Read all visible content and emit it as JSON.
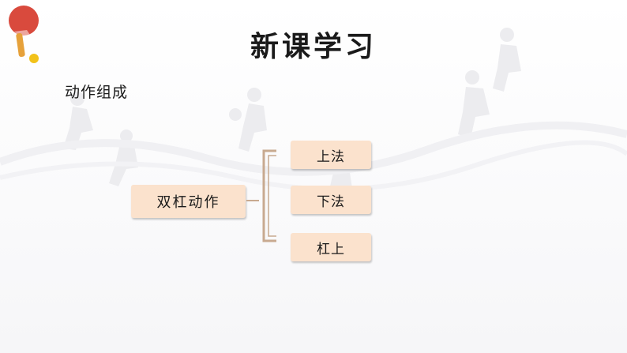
{
  "slide": {
    "title": "新课学习",
    "subtitle": "动作组成"
  },
  "diagram": {
    "root": "双杠动作",
    "children": [
      {
        "label": "上法"
      },
      {
        "label": "下法"
      },
      {
        "label": "杠上"
      }
    ]
  },
  "colors": {
    "box_fill": "#fbe2cd",
    "bracket": "#c8aa90",
    "paddle_red": "#d94a3d",
    "paddle_handle": "#e6a13a",
    "ball": "#f2c21a"
  },
  "icons": {
    "logo": "ping-pong-paddle-icon"
  }
}
